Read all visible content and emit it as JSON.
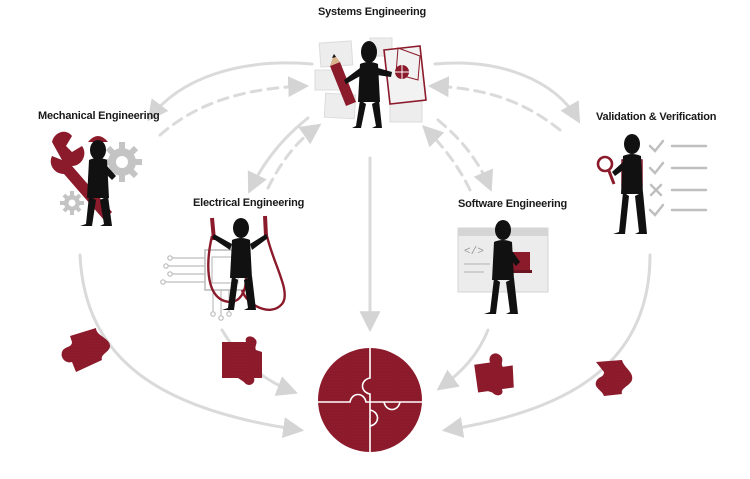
{
  "diagram": {
    "title": "",
    "nodes": [
      {
        "id": "systems",
        "label": "Systems Engineering"
      },
      {
        "id": "mechanical",
        "label": "Mechanical Engineering"
      },
      {
        "id": "electrical",
        "label": "Electrical Engineering"
      },
      {
        "id": "software",
        "label": "Software Engineering"
      },
      {
        "id": "validation",
        "label": "Validation & Verification"
      }
    ],
    "center": {
      "id": "integration-puzzle"
    },
    "code_glyph": "</>",
    "colors": {
      "accent": "#8b1a2b",
      "figure": "#111111",
      "arrow": "#d9d9d9",
      "dashed_arrow": "#d0d0d0",
      "gear": "#bfbfbf",
      "panel": "#e6e6e6"
    },
    "connections": [
      {
        "from": "systems",
        "to": "mechanical",
        "style": "solid"
      },
      {
        "from": "mechanical",
        "to": "systems",
        "style": "dashed"
      },
      {
        "from": "systems",
        "to": "validation",
        "style": "solid"
      },
      {
        "from": "validation",
        "to": "systems",
        "style": "dashed"
      },
      {
        "from": "systems",
        "to": "electrical",
        "style": "solid"
      },
      {
        "from": "electrical",
        "to": "systems",
        "style": "dashed"
      },
      {
        "from": "systems",
        "to": "software",
        "style": "dashed"
      },
      {
        "from": "software",
        "to": "systems",
        "style": "dashed"
      },
      {
        "from": "systems",
        "to": "integration-puzzle",
        "style": "solid"
      },
      {
        "from": "mechanical",
        "to": "integration-puzzle",
        "style": "solid"
      },
      {
        "from": "electrical",
        "to": "integration-puzzle",
        "style": "solid"
      },
      {
        "from": "software",
        "to": "integration-puzzle",
        "style": "solid"
      },
      {
        "from": "validation",
        "to": "integration-puzzle",
        "style": "solid"
      }
    ]
  }
}
